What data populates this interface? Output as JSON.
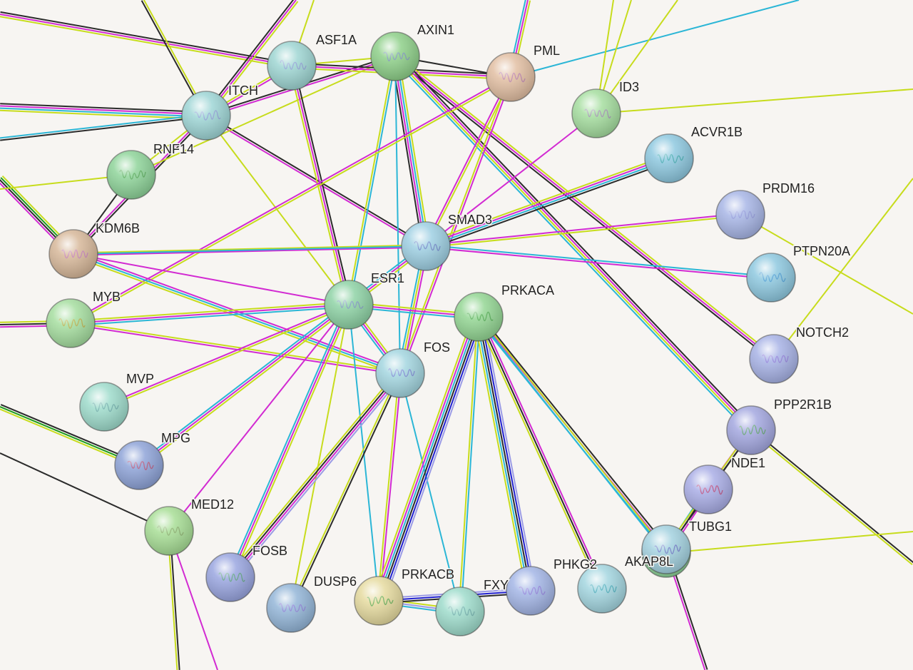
{
  "network": {
    "nodes": [
      {
        "id": "ASF1A",
        "label": "ASF1A",
        "color": "#9fd6d3",
        "glyph": "#8a8fd6"
      },
      {
        "id": "AXIN1",
        "label": "AXIN1",
        "color": "#8fd08a",
        "glyph": "#7a86c8"
      },
      {
        "id": "PML",
        "label": "PML",
        "color": "#e2bfa3",
        "glyph": "#b070b0"
      },
      {
        "id": "ITCH",
        "label": "ITCH",
        "color": "#9fd6d6",
        "glyph": "#8a8fd6"
      },
      {
        "id": "ID3",
        "label": "ID3",
        "color": "#a6dea0",
        "glyph": "#a07ab8"
      },
      {
        "id": "RNF14",
        "label": "RNF14",
        "color": "#8fd49a",
        "glyph": "#4aa04a"
      },
      {
        "id": "ACVR1B",
        "label": "ACVR1B",
        "color": "#8fc9e0",
        "glyph": "#2aa0a0"
      },
      {
        "id": "KDM6B",
        "label": "KDM6B",
        "color": "#d7b89a",
        "glyph": "#c070c0"
      },
      {
        "id": "PRDM16",
        "label": "PRDM16",
        "color": "#a8b6e6",
        "glyph": "#8a8fd6"
      },
      {
        "id": "SMAD3",
        "label": "SMAD3",
        "color": "#9fd0e3",
        "glyph": "#6070c0"
      },
      {
        "id": "PTPN20A",
        "label": "PTPN20A",
        "color": "#8fc9e0",
        "glyph": "#3a90d0"
      },
      {
        "id": "ESR1",
        "label": "ESR1",
        "color": "#8fd3a6",
        "glyph": "#7a86c8"
      },
      {
        "id": "MYB",
        "label": "MYB",
        "color": "#a6dea0",
        "glyph": "#c0a030"
      },
      {
        "id": "PRKACA",
        "label": "PRKACA",
        "color": "#94d694",
        "glyph": "#40a040"
      },
      {
        "id": "NOTCH2",
        "label": "NOTCH2",
        "color": "#a8b3e6",
        "glyph": "#8a6fd6"
      },
      {
        "id": "FOS",
        "label": "FOS",
        "color": "#a4d6e0",
        "glyph": "#7070d0"
      },
      {
        "id": "MVP",
        "label": "MVP",
        "color": "#9fdccc",
        "glyph": "#60a0a0"
      },
      {
        "id": "PPP2R1B",
        "label": "PPP2R1B",
        "color": "#a4a8e0",
        "glyph": "#4aa04a"
      },
      {
        "id": "MPG",
        "label": "MPG",
        "color": "#8fa4d8",
        "glyph": "#c04060"
      },
      {
        "id": "NDE1",
        "label": "NDE1",
        "color": "#aaaee6",
        "glyph": "#c03060"
      },
      {
        "id": "MED12",
        "label": "MED12",
        "color": "#a8de96",
        "glyph": "#80a060"
      },
      {
        "id": "TUBG1",
        "label": "TUBG1",
        "color": "#8fd49a",
        "glyph": "#60a060"
      },
      {
        "id": "FOSB",
        "label": "FOSB",
        "color": "#9aa6e0",
        "glyph": "#4aa060"
      },
      {
        "id": "AKAP8L",
        "label": "AKAP8L",
        "color": "#a4d2e0",
        "glyph": "#6060c0"
      },
      {
        "id": "PHKG2",
        "label": "PHKG2",
        "color": "#a4d6e0",
        "glyph": "#30a0b0"
      },
      {
        "id": "DUSP6",
        "label": "DUSP6",
        "color": "#94b6d8",
        "glyph": "#8a6fd6"
      },
      {
        "id": "PRKACB",
        "label": "PRKACB",
        "color": "#e6dba0",
        "glyph": "#40a040"
      },
      {
        "id": "FXYD",
        "label": "FXY",
        "color": "#9fdccc",
        "glyph": "#60a0a0"
      },
      {
        "id": "PHK",
        "label": "",
        "color": "#a4b6e6",
        "glyph": "#8a6fd6"
      }
    ],
    "edge_colors": {
      "textmining": "#c7dc1c",
      "coexpression": "#2b2b2b",
      "experimental": "#d22ad2",
      "database": "#2bb6d6",
      "homology": "#9b9be6",
      "neighborhood": "#1c9c1c",
      "cooccurrence": "#2020d0"
    }
  }
}
